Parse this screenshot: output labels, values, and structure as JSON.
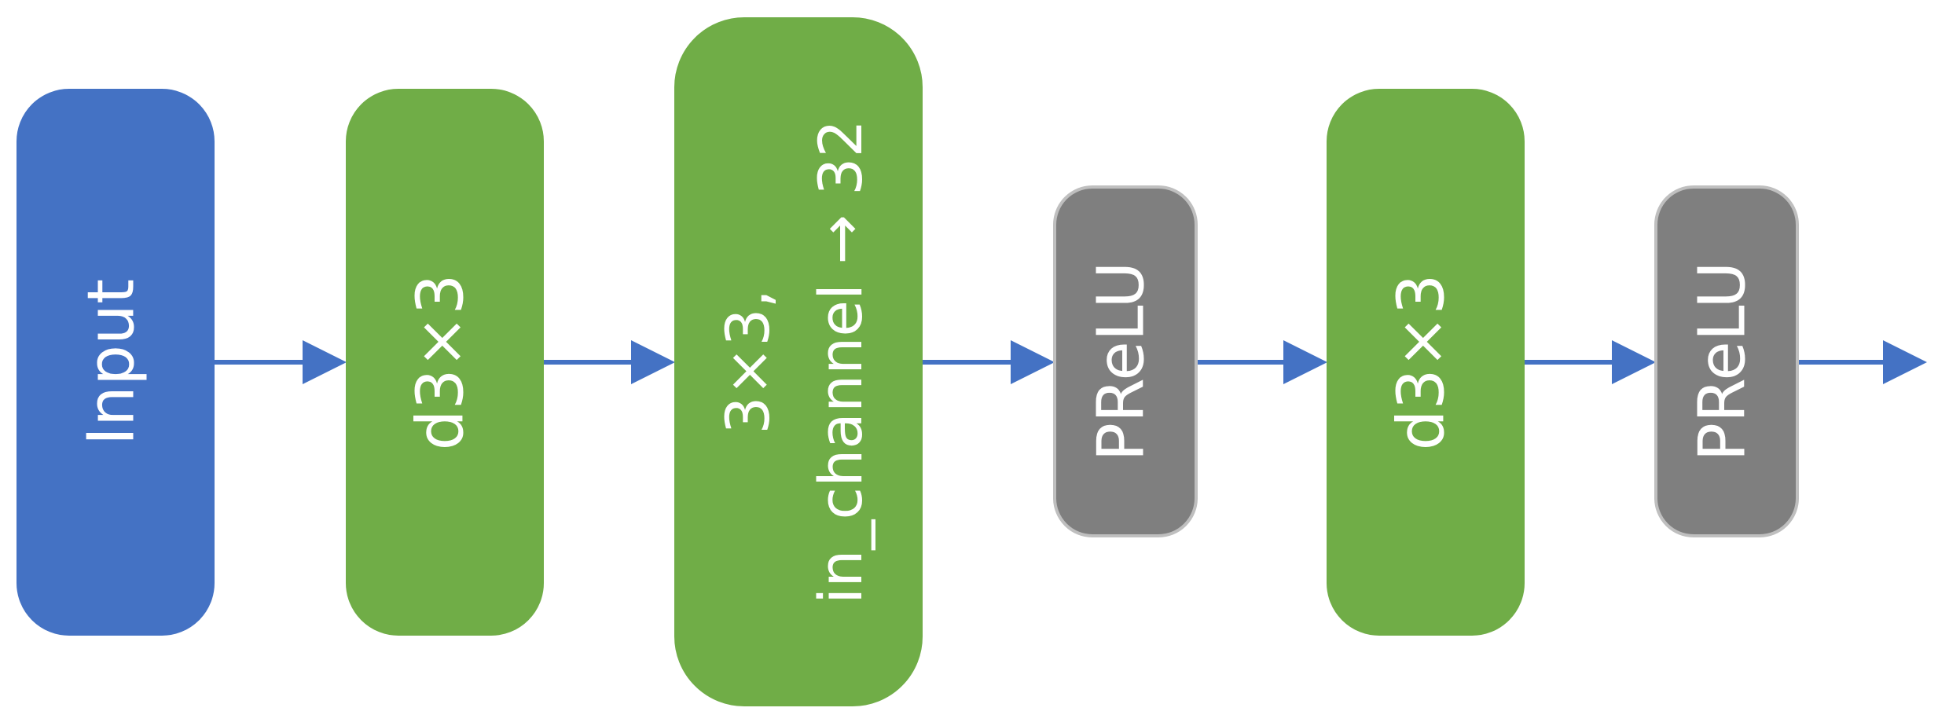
{
  "diagram": {
    "type": "flowchart",
    "direction": "left-to-right",
    "text_rotation": "vertical (reads bottom-to-top)",
    "colors": {
      "arrow": "#4472C4",
      "input": "#4472C4",
      "conv": "#70AD47",
      "activation": "#7F7F7F",
      "activation_border": "#BFBFBF",
      "text": "#FFFFFF"
    },
    "blocks": [
      {
        "id": "input",
        "kind": "input",
        "lines": [
          "Input"
        ]
      },
      {
        "id": "conv1",
        "kind": "conv",
        "lines": [
          "d3×3"
        ]
      },
      {
        "id": "conv2",
        "kind": "conv",
        "lines": [
          "3×3,",
          "in_channel → 32"
        ]
      },
      {
        "id": "prelu1",
        "kind": "activation",
        "lines": [
          "PReLU"
        ]
      },
      {
        "id": "conv3",
        "kind": "conv",
        "lines": [
          "d3×3"
        ]
      },
      {
        "id": "prelu2",
        "kind": "activation",
        "lines": [
          "PReLU"
        ]
      }
    ],
    "edges": [
      {
        "from": "input",
        "to": "conv1"
      },
      {
        "from": "conv1",
        "to": "conv2"
      },
      {
        "from": "conv2",
        "to": "prelu1"
      },
      {
        "from": "prelu1",
        "to": "conv3"
      },
      {
        "from": "conv3",
        "to": "prelu2"
      },
      {
        "from": "prelu2",
        "to": null
      }
    ]
  }
}
